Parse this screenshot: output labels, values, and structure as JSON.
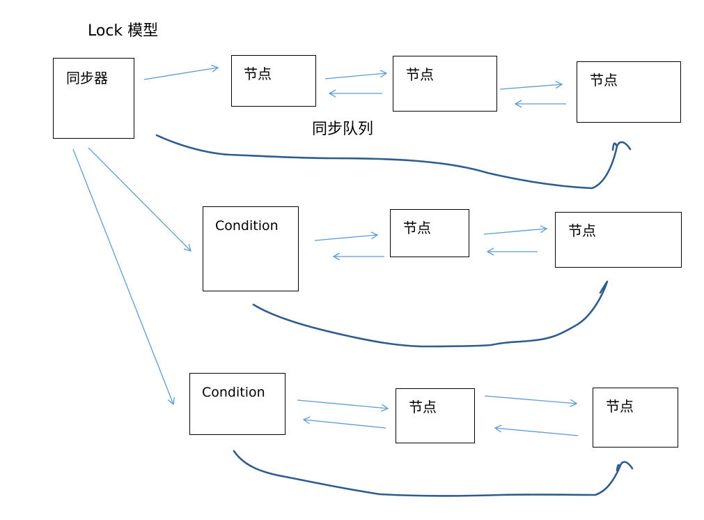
{
  "title": "Lock 模型",
  "queue_label": "同步队列",
  "synchronizer": {
    "label": "同步器"
  },
  "rows": [
    {
      "head": "",
      "nodes": [
        "节点",
        "节点",
        "节点"
      ]
    },
    {
      "head": "Condition",
      "nodes": [
        "节点",
        "节点"
      ]
    },
    {
      "head": "Condition",
      "nodes": [
        "节点",
        "节点"
      ]
    }
  ],
  "colors": {
    "arrow": "#5b9bd5",
    "curve": "#2e5c8e",
    "border": "#000000"
  }
}
